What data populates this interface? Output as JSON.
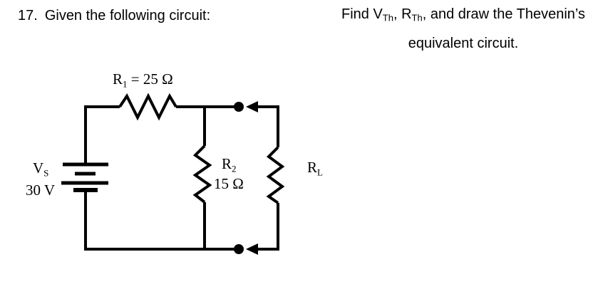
{
  "question": {
    "number": "17.",
    "text": "Given the following circuit:"
  },
  "instruction": {
    "find_prefix": "Find V",
    "vth_sub": "Th",
    "mid": ", R",
    "rth_sub": "Th",
    "suffix": ", and draw the Thevenin’s",
    "line2": "equivalent circuit."
  },
  "circuit": {
    "voltage_source": {
      "symbol": "V",
      "subscript": "S",
      "value": "30 V"
    },
    "r1": {
      "symbol": "R",
      "subscript": "1",
      "equation": " = 25 Ω"
    },
    "r2": {
      "symbol": "R",
      "subscript": "2",
      "value": "15 Ω"
    },
    "rl": {
      "symbol": "R",
      "subscript": "L"
    },
    "colors": {
      "ink": "#000000",
      "background": "#ffffff"
    }
  }
}
